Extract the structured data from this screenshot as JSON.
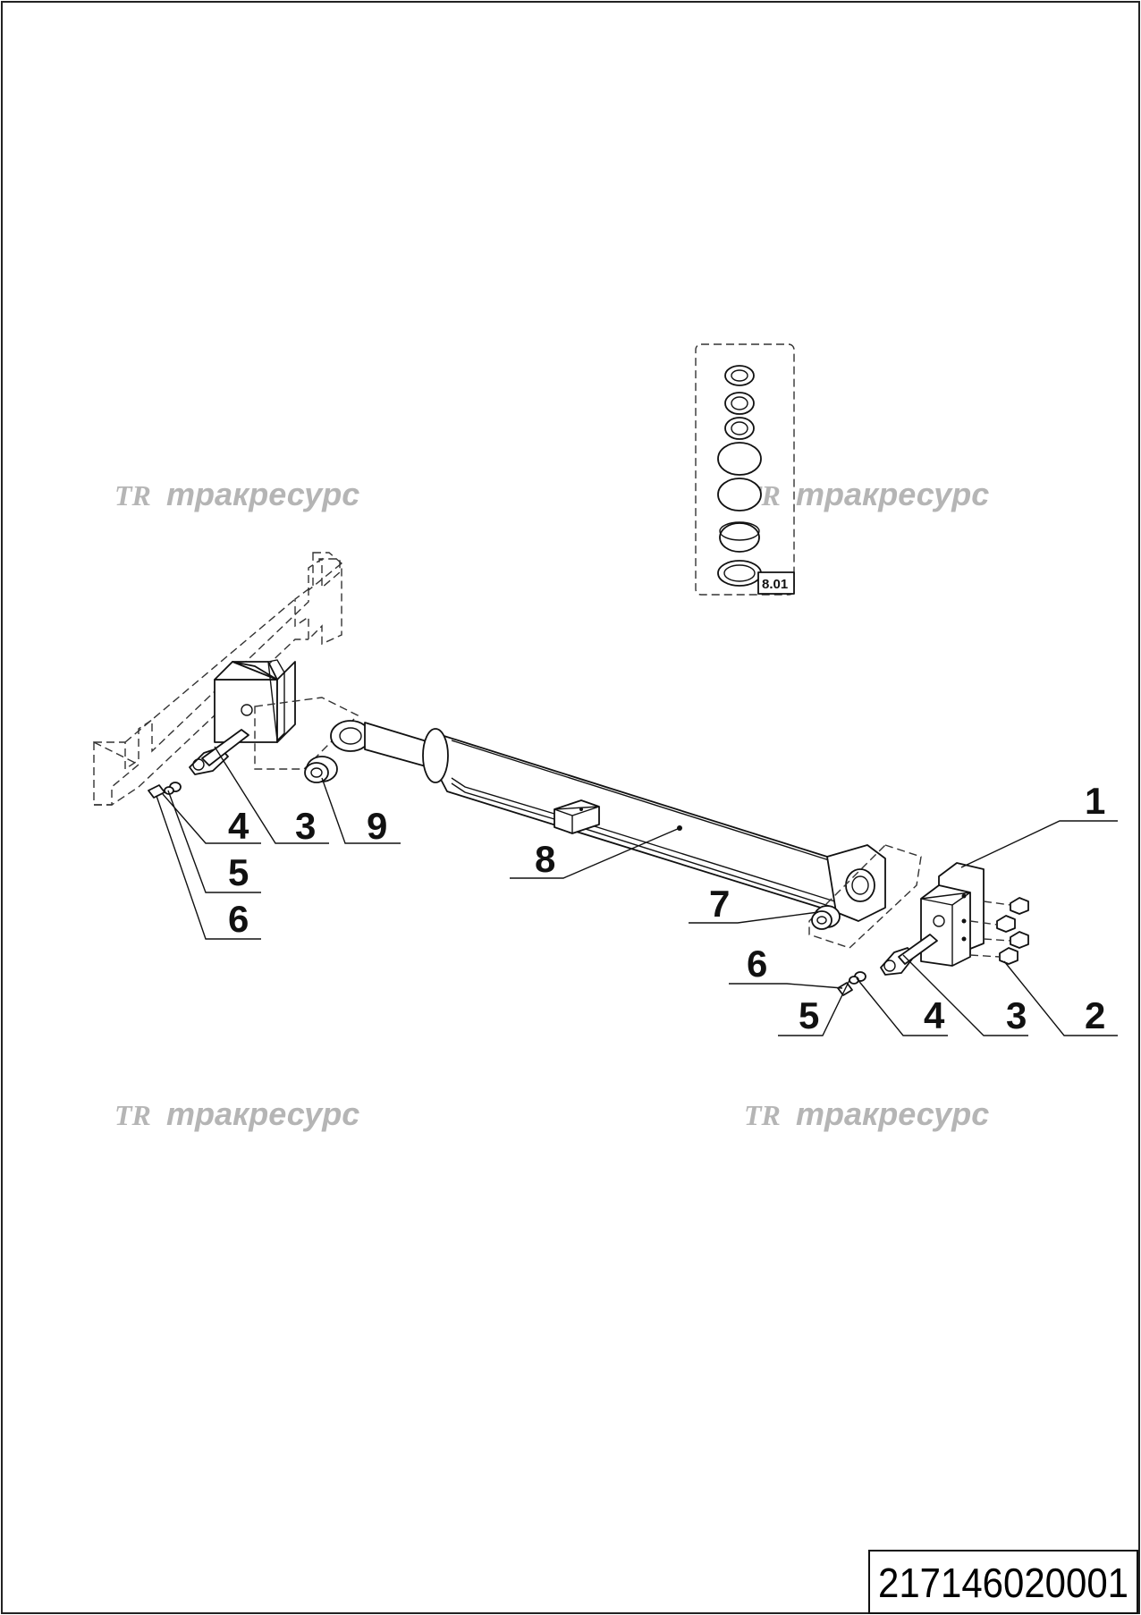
{
  "drawing_code": "217146020001",
  "kit_tag": "8.01",
  "watermark": {
    "text": "тракресурс",
    "logo": "TR"
  },
  "callouts": {
    "left": [
      "4",
      "3",
      "9",
      "5",
      "6"
    ],
    "center": [
      "8",
      "7"
    ],
    "right": [
      "1",
      "6",
      "5",
      "4",
      "3",
      "2"
    ]
  }
}
